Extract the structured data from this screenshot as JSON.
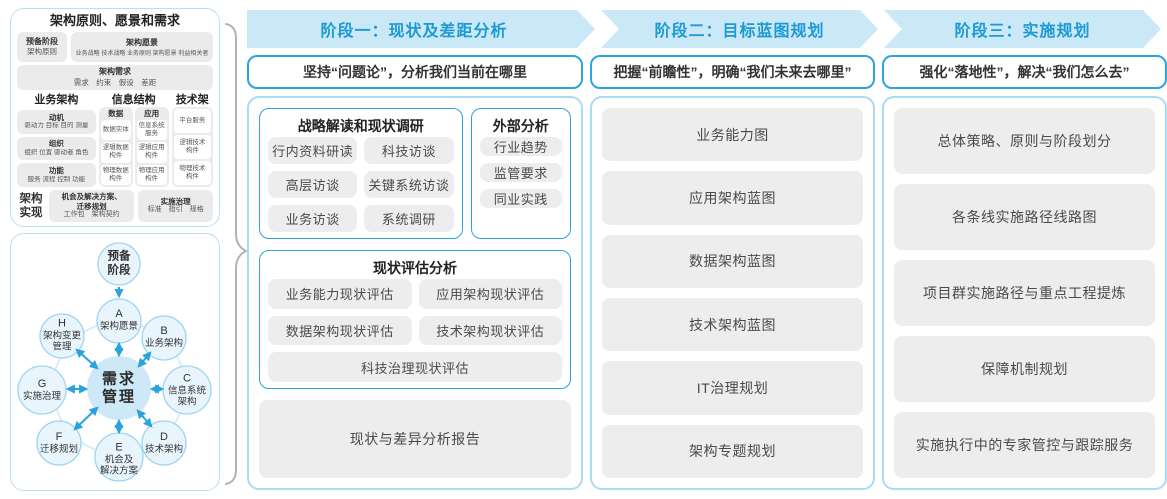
{
  "colors": {
    "band_bg": "#cbe8f7",
    "band_text": "#1b9ad3",
    "accent_blue": "#2ba6dc",
    "container_border": "#a9dbf2",
    "gray_box": "#ededed",
    "panel_border": "#b9e0f2",
    "circle_fill": "#e9f5fc",
    "circle_border": "#9fd4ef",
    "center_circle_fill": "#cde9f7",
    "arrow_blue": "#2aa2db",
    "brace_gray": "#b3b3b3"
  },
  "left_top": {
    "title": "架构原则、愿景和需求",
    "prep_title": "预备阶段",
    "prep_sub": "架构原则",
    "vision_title": "架构愿景",
    "vision_items": "业务战略 技术战略 业务原则 架构愿景 利益相关者",
    "req_title": "架构需求",
    "req_items": "需求　约束　假设　差距",
    "biz": {
      "title": "业务架构",
      "groups": [
        {
          "t": "动机",
          "i": "驱动力 目标 目的 测量"
        },
        {
          "t": "组织",
          "i": "组织 位置 驱动者 角色"
        },
        {
          "t": "功能",
          "i": "服务 流程 控制 功能"
        }
      ]
    },
    "info": {
      "title": "信息结构",
      "cols": [
        {
          "t": "数据",
          "items": [
            "数据实体",
            "逻辑数据\n构件",
            "物理数据\n构件"
          ]
        },
        {
          "t": "应用",
          "items": [
            "信息系统\n服务",
            "逻辑应用\n构件",
            "物理应用\n构件"
          ]
        }
      ]
    },
    "tech": {
      "title": "技术架构",
      "items": [
        "平台服务",
        "逻辑技术\n构件",
        "物理技术\n构件"
      ]
    },
    "impl": {
      "label": "架构\n实现",
      "box1_title": "机会及解决方案、\n迁移规划",
      "box1_items": "工作包　架构契约",
      "box2_title": "实施治理",
      "box2_items": "标准　指引　规格"
    }
  },
  "adm": {
    "prep": "预备\n阶段",
    "center": "需求\n管理",
    "nodes": [
      {
        "letter": "A",
        "label": "架构愿景"
      },
      {
        "letter": "B",
        "label": "业务架构"
      },
      {
        "letter": "C",
        "label": "信息系统\n架构"
      },
      {
        "letter": "D",
        "label": "技术架构"
      },
      {
        "letter": "E",
        "label": "机会及\n解决方案"
      },
      {
        "letter": "F",
        "label": "迁移规划"
      },
      {
        "letter": "G",
        "label": "实施治理"
      },
      {
        "letter": "H",
        "label": "架构变更\n管理"
      }
    ]
  },
  "phases": [
    {
      "title": "阶段一：现状及差距分析",
      "subtitle": "坚持“问题论”，分析我们当前在哪里"
    },
    {
      "title": "阶段二：目标蓝图规划",
      "subtitle": "把握“前瞻性”，明确“我们未来去哪里”"
    },
    {
      "title": "阶段三：实施规划",
      "subtitle": "强化“落地性”，解决“我们怎么去”"
    }
  ],
  "phase1": {
    "strategy": {
      "title": "战略解读和现状调研",
      "items": [
        "行内资料研读",
        "科技访谈",
        "高层访谈",
        "关键系统访谈",
        "业务访谈",
        "系统调研"
      ]
    },
    "external": {
      "title": "外部分析",
      "items": [
        "行业趋势",
        "监管要求",
        "同业实践"
      ]
    },
    "assessment": {
      "title": "现状评估分析",
      "items": [
        "业务能力现状评估",
        "应用架构现状评估",
        "数据架构现状评估",
        "技术架构现状评估",
        "科技治理现状评估"
      ]
    },
    "report": "现状与差异分析报告"
  },
  "phase2": {
    "items": [
      "业务能力图",
      "应用架构蓝图",
      "数据架构蓝图",
      "技术架构蓝图",
      "IT治理规划",
      "架构专题规划"
    ]
  },
  "phase3": {
    "items": [
      "总体策略、原则与阶段划分",
      "各条线实施路径线路图",
      "项目群实施路径与重点工程提炼",
      "保障机制规划",
      "实施执行中的专家管控与跟踪服务"
    ]
  }
}
